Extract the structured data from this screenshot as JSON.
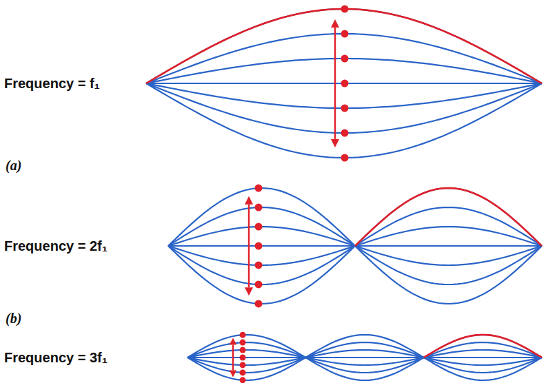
{
  "diagram": {
    "labels": [
      "Frequency = f₁",
      "(a)",
      "Frequency = 2f₁",
      "(b)",
      "Frequency = 3f₁"
    ]
  }
}
